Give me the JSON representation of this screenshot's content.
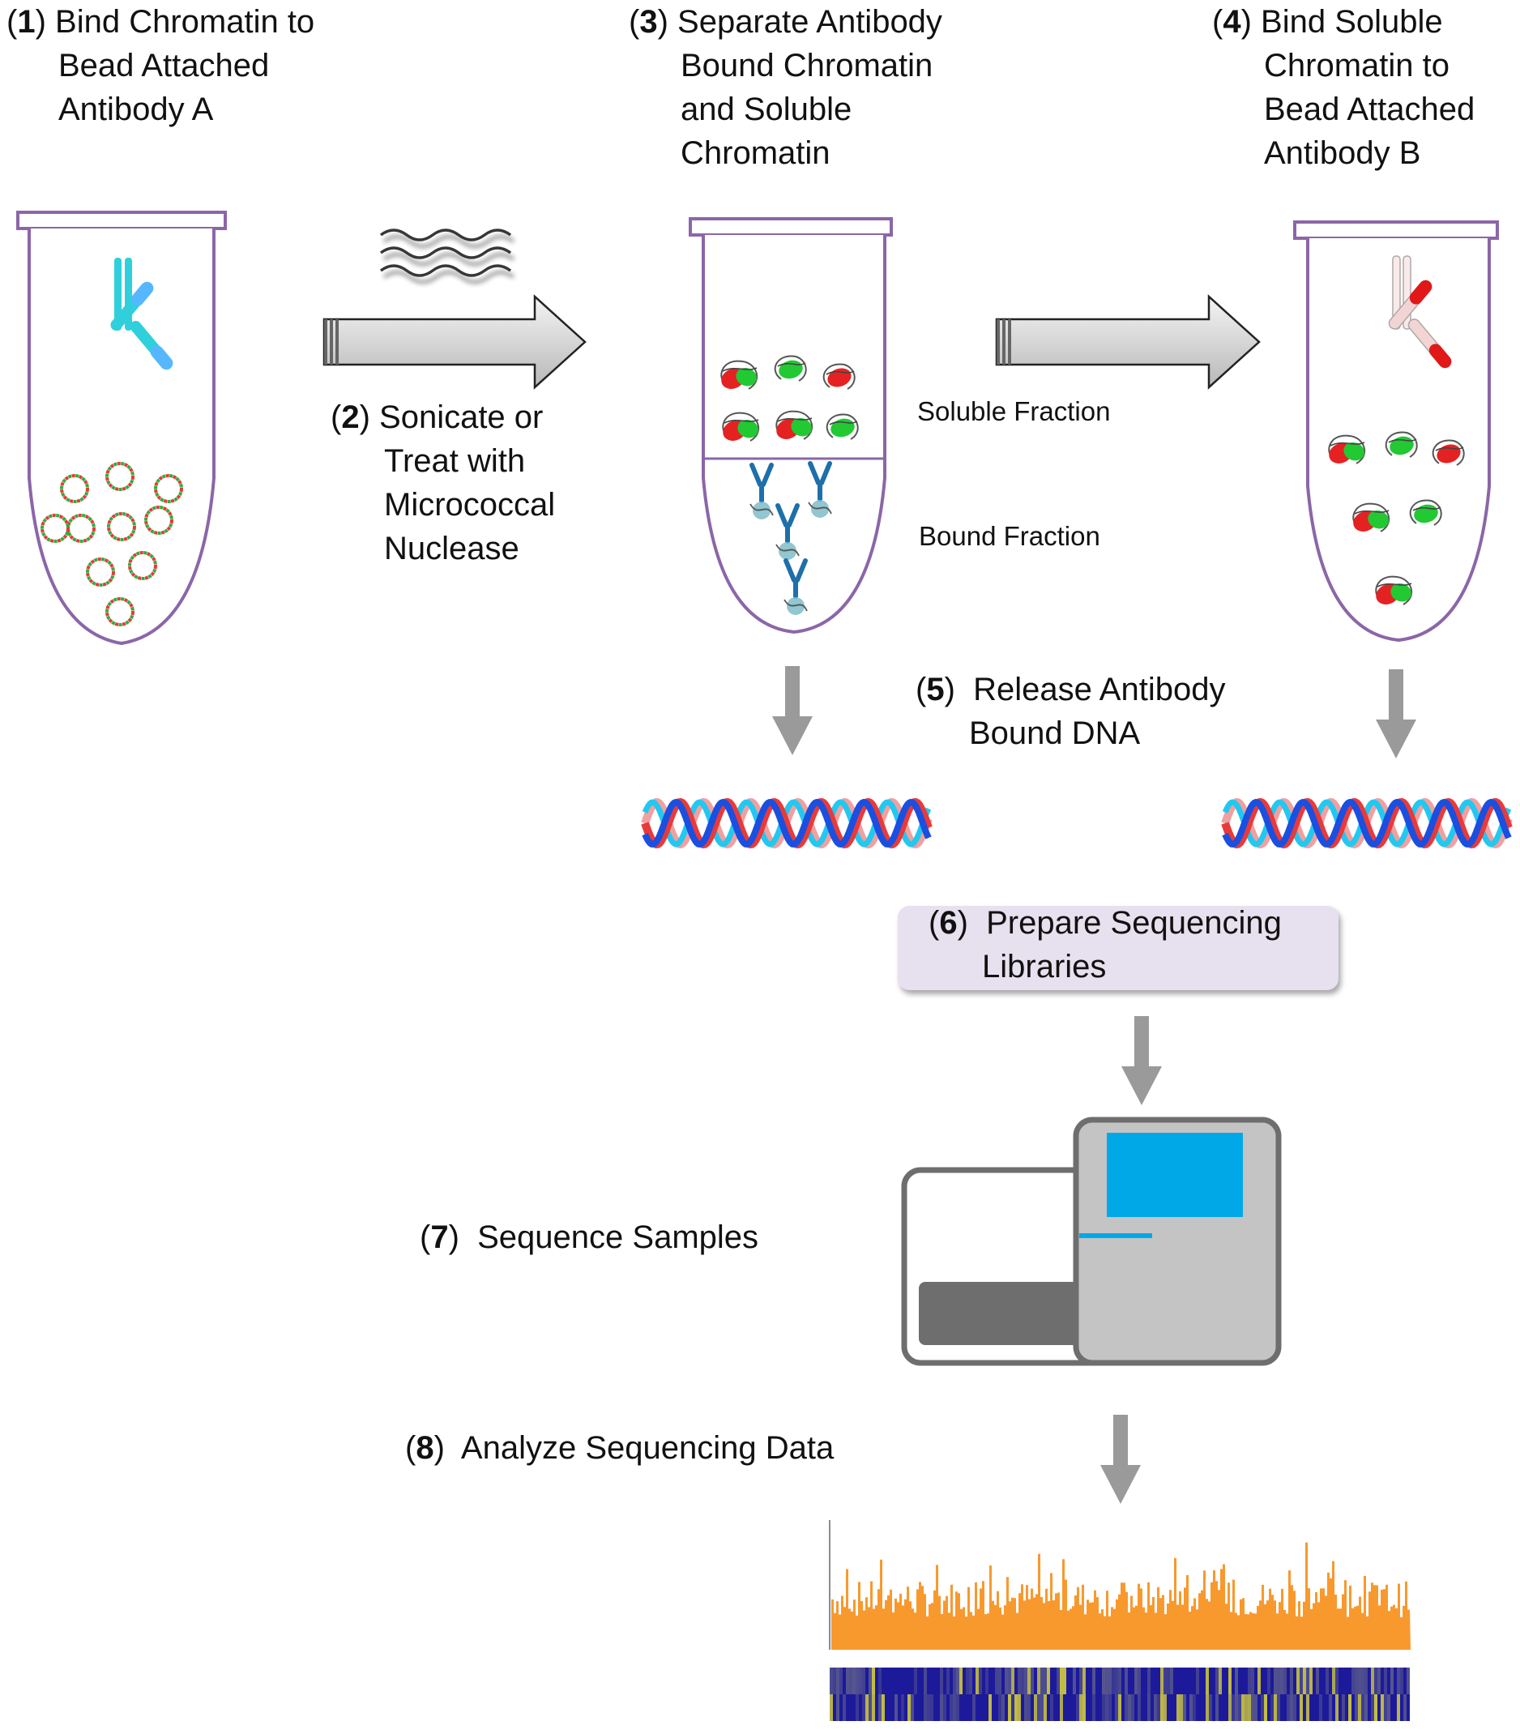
{
  "steps": [
    {
      "num": "1",
      "lines": [
        "Bind Chromatin to",
        "Bead Attached",
        "Antibody A"
      ]
    },
    {
      "num": "2",
      "lines": [
        "Sonicate or",
        "Treat with",
        "Micrococcal",
        "Nuclease"
      ]
    },
    {
      "num": "3",
      "lines": [
        "Separate Antibody",
        "Bound Chromatin",
        "and Soluble",
        "Chromatin"
      ]
    },
    {
      "num": "4",
      "lines": [
        "Bind Soluble",
        "Chromatin to",
        "Bead Attached",
        "Antibody B"
      ]
    },
    {
      "num": "5",
      "lines": [
        "Release Antibody",
        "Bound DNA"
      ]
    },
    {
      "num": "6",
      "lines": [
        "Prepare Sequencing",
        "Libraries"
      ]
    },
    {
      "num": "7",
      "lines": [
        "Sequence Samples"
      ]
    },
    {
      "num": "8",
      "lines": [
        "Analyze Sequencing Data"
      ]
    }
  ],
  "fractions": {
    "soluble": "Soluble Fraction",
    "bound": "Bound Fraction"
  },
  "colors": {
    "tube_outline": "#8b66a8",
    "antibody_a": "#2fd0dc",
    "antibody_a_tip": "#55b8ff",
    "antibody_b": "#f0c8c8",
    "antibody_b_tip": "#e01818",
    "bound_antibody": "#1e6faa",
    "nucleosome_red": "#e52222",
    "nucleosome_green": "#22c933",
    "arrow_gray": "#9a9a9a",
    "dna_blue": "#1a4fe0",
    "dna_cyan": "#22c8f0",
    "dna_red": "#e83a3a",
    "dna_pink": "#f0a0a0",
    "library_box": "#e7e0ee",
    "sequencer_body": "#c4c4c4",
    "sequencer_screen": "#00a8e8",
    "coverage_orange": "#f8992e",
    "heatmap_blue": "#1c1a9a",
    "heatmap_yellow": "#d8d23a"
  }
}
